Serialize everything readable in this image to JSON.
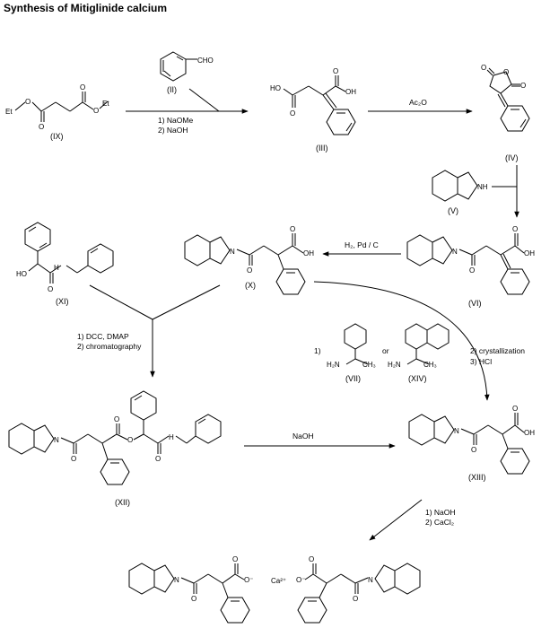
{
  "title": "Synthesis of Mitiglinide calcium",
  "compounds": {
    "IX": "(IX)",
    "II": "(II)",
    "III": "(III)",
    "IV": "(IV)",
    "V": "(V)",
    "VI": "(VI)",
    "X": "(X)",
    "XI": "(XI)",
    "XII": "(XII)",
    "XIII": "(XIII)",
    "VII": "(VII)",
    "XIV": "(XIV)"
  },
  "atoms": {
    "et": "Et",
    "o": "O",
    "cho": "CHO",
    "ho": "HO",
    "oh": "OH",
    "nh": "NH",
    "n": "N",
    "h": "H",
    "ominus": "O⁻",
    "ca": "Ca²⁺",
    "h2n": "H₂N",
    "ch3": "CH₃"
  },
  "conditions": {
    "step1_line1": "1)  NaOMe",
    "step1_line2": "2)  NaOH",
    "step2": "Ac₂O",
    "step4": "H₂,  Pd / C",
    "step5_line1": "1) DCC,  DMAP",
    "step5_line2": "2) chromatography",
    "resolve_1": "1)",
    "resolve_or": "or",
    "resolve_line2": "2) crystallization",
    "resolve_line3": "3) HCl",
    "step6": "NaOH",
    "step7_line1": "1)  NaOH",
    "step7_line2": "2)  CaCl₂"
  }
}
